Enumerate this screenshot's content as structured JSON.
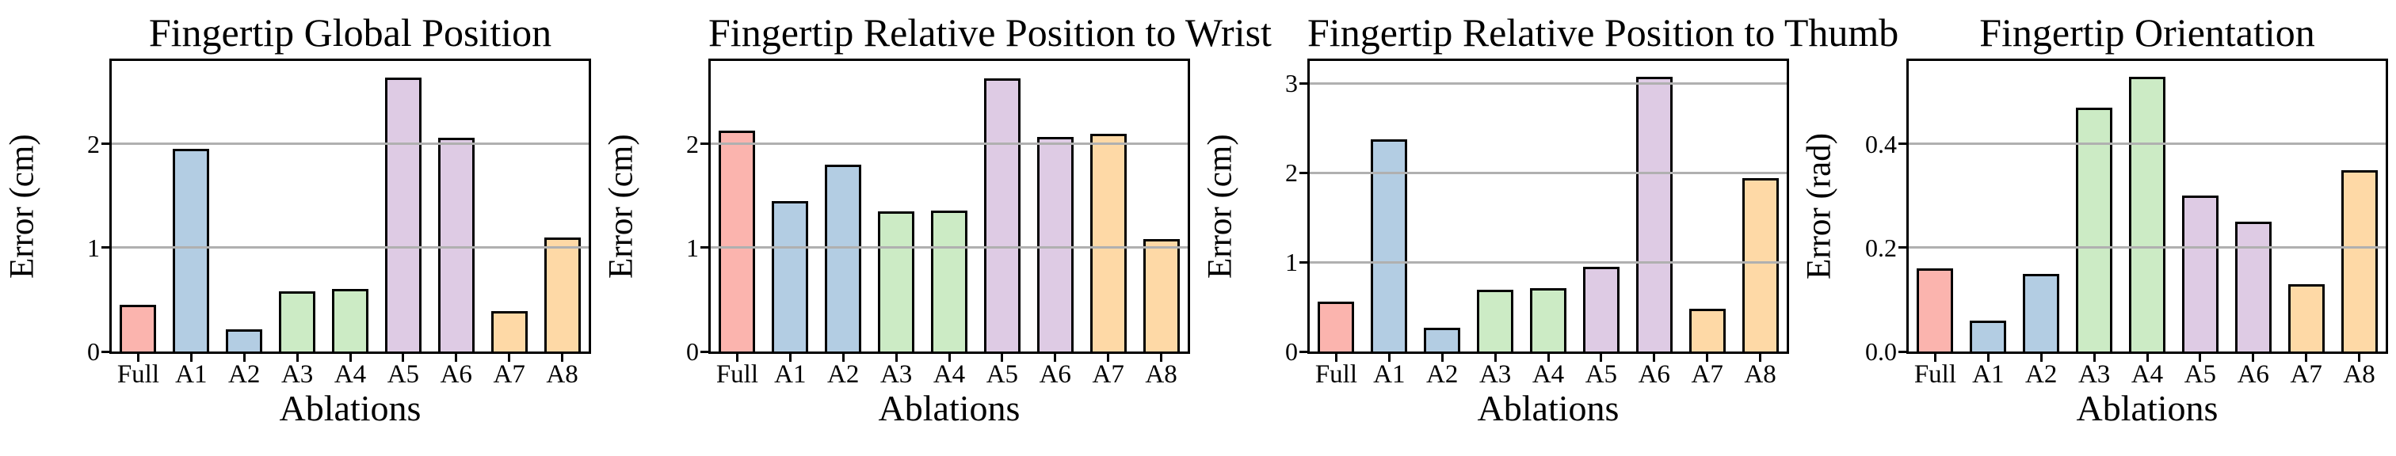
{
  "figure": {
    "background_color": "#ffffff",
    "edge_color": "#000000",
    "grid_color": "#b0b0b0",
    "palette": {
      "full": "#fbb4ae",
      "a1_a2": "#b3cde3",
      "a3_a4": "#ccebc5",
      "a5_a6": "#decbe4",
      "a7_a8": "#fed9a6"
    },
    "bar_colors": [
      "#fbb4ae",
      "#b3cde3",
      "#b3cde3",
      "#ccebc5",
      "#ccebc5",
      "#decbe4",
      "#decbe4",
      "#fed9a6",
      "#fed9a6"
    ]
  },
  "chart_data": [
    {
      "type": "bar",
      "title": "Fingertip Global Position",
      "xlabel": "Ablations",
      "ylabel": "Error (cm)",
      "categories": [
        "Full",
        "A1",
        "A2",
        "A3",
        "A4",
        "A5",
        "A6",
        "A7",
        "A8"
      ],
      "values": [
        0.45,
        1.95,
        0.21,
        0.58,
        0.6,
        2.64,
        2.06,
        0.39,
        1.1
      ],
      "yticks": {
        "values": [
          0,
          1,
          2
        ],
        "labels": [
          "0",
          "1",
          "2"
        ]
      },
      "ylim": [
        0,
        2.8
      ],
      "grid": "horizontal",
      "legend": "none"
    },
    {
      "type": "bar",
      "title": "Fingertip Relative Position to Wrist",
      "xlabel": "Ablations",
      "ylabel": "Error (cm)",
      "categories": [
        "Full",
        "A1",
        "A2",
        "A3",
        "A4",
        "A5",
        "A6",
        "A7",
        "A8"
      ],
      "values": [
        2.13,
        1.45,
        1.8,
        1.35,
        1.36,
        2.63,
        2.07,
        2.1,
        1.08
      ],
      "yticks": {
        "values": [
          0,
          1,
          2
        ],
        "labels": [
          "0",
          "1",
          "2"
        ]
      },
      "ylim": [
        0,
        2.8
      ],
      "grid": "horizontal",
      "legend": "none"
    },
    {
      "type": "bar",
      "title": "Fingertip Relative Position to Thumb",
      "xlabel": "Ablations",
      "ylabel": "Error (cm)",
      "categories": [
        "Full",
        "A1",
        "A2",
        "A3",
        "A4",
        "A5",
        "A6",
        "A7",
        "A8"
      ],
      "values": [
        0.56,
        2.37,
        0.27,
        0.69,
        0.71,
        0.95,
        3.07,
        0.48,
        1.94
      ],
      "yticks": {
        "values": [
          0,
          1,
          2,
          3
        ],
        "labels": [
          "0",
          "1",
          "2",
          "3"
        ]
      },
      "ylim": [
        0,
        3.25
      ],
      "grid": "horizontal",
      "legend": "none"
    },
    {
      "type": "bar",
      "title": "Fingertip Orientation",
      "xlabel": "Ablations",
      "ylabel": "Error (rad)",
      "categories": [
        "Full",
        "A1",
        "A2",
        "A3",
        "A4",
        "A5",
        "A6",
        "A7",
        "A8"
      ],
      "values": [
        0.16,
        0.06,
        0.15,
        0.47,
        0.53,
        0.3,
        0.25,
        0.13,
        0.35
      ],
      "yticks": {
        "values": [
          0,
          0.2,
          0.4
        ],
        "labels": [
          "0.0",
          "0.2",
          "0.4"
        ]
      },
      "ylim": [
        0,
        0.56
      ],
      "grid": "horizontal",
      "legend": "none"
    }
  ]
}
